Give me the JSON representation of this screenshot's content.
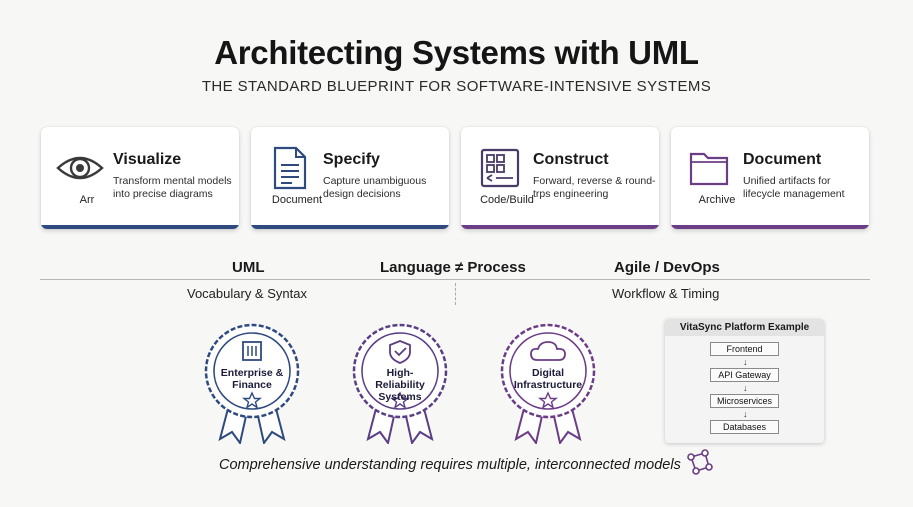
{
  "header": {
    "title": "Architecting Systems with UML",
    "subtitle": "THE STANDARD BLUEPRINT FOR SOFTWARE-INTENSIVE SYSTEMS"
  },
  "cards": [
    {
      "title": "Visualize",
      "desc": "Transform mental models into precise diagrams",
      "icon_label": "Arr",
      "icon": "eye-icon",
      "accent": "#2f4a7f"
    },
    {
      "title": "Specify",
      "desc": "Capture unambiguous design decisions",
      "icon_label": "Document",
      "icon": "document-icon",
      "accent": "#2f4a7f"
    },
    {
      "title": "Construct",
      "desc": "Forward, reverse & round-trps engineering",
      "icon_label": "Code/Build",
      "icon": "code-build-icon",
      "accent": "#6b3d86"
    },
    {
      "title": "Document",
      "desc": "Unified artifacts for lifecycle management",
      "icon_label": "Archive",
      "icon": "folder-icon",
      "accent": "#6b3d86"
    }
  ],
  "comparison": {
    "left": "UML",
    "center": "Language ≠ Process",
    "right": "Agile / DevOps",
    "left_sub": "Vocabulary & Syntax",
    "right_sub": "Workflow & Timing"
  },
  "badges": [
    {
      "label": "Enterprise & Finance",
      "icon": "building-icon",
      "color": "#2f4a7f"
    },
    {
      "label": "High-Reliability Systems",
      "icon": "shield-icon",
      "color": "#5a3f86"
    },
    {
      "label": "Digital Infrastructure",
      "icon": "cloud-icon",
      "color": "#6b3d86"
    }
  ],
  "platform": {
    "title": "VitaSync Platform Example",
    "nodes": [
      "Frontend",
      "API Gateway",
      "Microservices",
      "Databases"
    ],
    "arrow": "↓"
  },
  "footer": {
    "text": "Comprehensive understanding requires multiple, interconnected models",
    "icon": "network-icon"
  }
}
